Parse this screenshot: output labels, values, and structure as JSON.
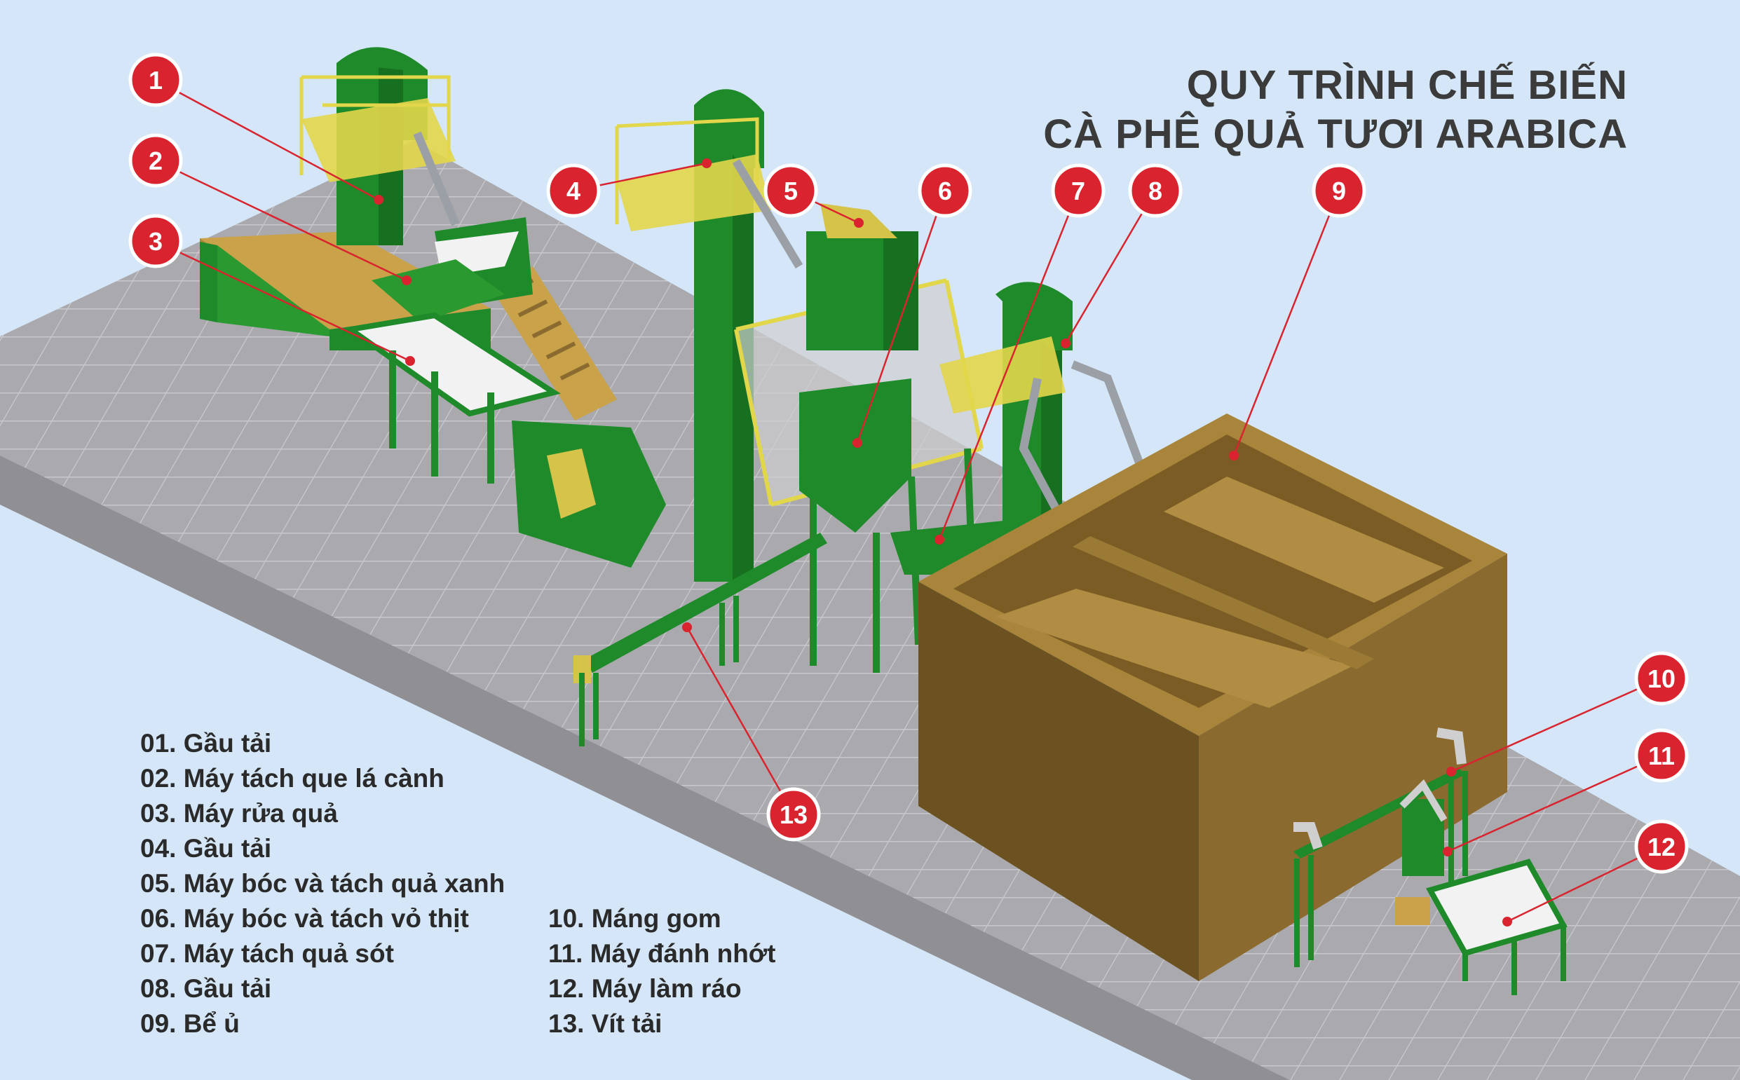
{
  "title": {
    "line1": "QUY TRÌNH CHẾ BIẾN",
    "line2": "CÀ PHÊ QUẢ TƯƠI ARABICA"
  },
  "callouts": [
    {
      "number": "1"
    },
    {
      "number": "2"
    },
    {
      "number": "3"
    },
    {
      "number": "4"
    },
    {
      "number": "5"
    },
    {
      "number": "6"
    },
    {
      "number": "7"
    },
    {
      "number": "8"
    },
    {
      "number": "9"
    },
    {
      "number": "10"
    },
    {
      "number": "11"
    },
    {
      "number": "12"
    },
    {
      "number": "13"
    }
  ],
  "legend": [
    "01. Gầu tải",
    "02. Máy tách que lá cành",
    "03. Máy rửa quả",
    "04. Gầu tải",
    "05. Máy bóc và tách quả xanh",
    "06. Máy bóc và tách vỏ thịt",
    "07. Máy tách quả sót",
    "08. Gầu tải",
    "09. Bể ủ",
    "10. Máng gom",
    "11. Máy đánh nhớt",
    "12. Máy làm ráo",
    "13. Vít tải"
  ],
  "colors": {
    "background": "#d4e6f7",
    "floor": "#a6a6ab",
    "machine_green": "#1e8a2a",
    "tank_brown": "#8a6a2e",
    "railing_yellow": "#e2d64a",
    "callout_red": "#d9242f",
    "leader_red": "#d9242f"
  }
}
